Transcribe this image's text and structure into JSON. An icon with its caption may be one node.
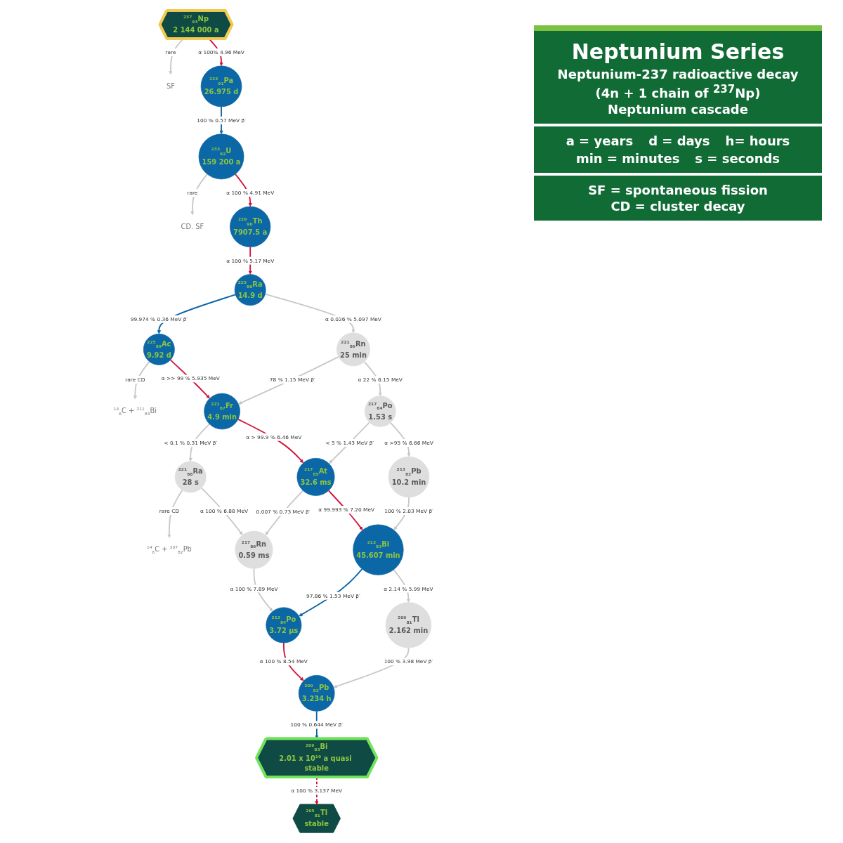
{
  "diagram": {
    "title": "Neptunium Series",
    "nodes": [
      {
        "text": [
          "$^{237}$$_{93}$Np",
          "2 144 000 a"
        ]
      },
      {
        "text": [
          "SF"
        ]
      },
      {
        "text": [
          "$^{233}$$_{91}$Pa",
          "26.975 d"
        ]
      },
      {
        "text": [
          "$^{233}$$_{92}$U",
          "159 200 a"
        ]
      },
      {
        "text": [
          "CD. SF"
        ]
      },
      {
        "text": [
          "$^{229}$$_{90}$Th",
          "7907.5 a"
        ]
      },
      {
        "text": [
          "$^{225}$$_{88}$Ra",
          "14.9 d"
        ]
      },
      {
        "text": [
          "$^{225}$$_{89}$Ac",
          "9.92 d"
        ]
      },
      {
        "text": [
          "$^{14}$$_{6}$C + $^{211}$$_{83}$Bi"
        ]
      },
      {
        "text": [
          "$^{221}$$_{88}$Ra",
          "28 s"
        ]
      },
      {
        "text": [
          "$^{14}$$_{6}$C + $^{207}$$_{82}$Pb"
        ]
      },
      {
        "text": [
          "$^{221}$$_{86}$Rn",
          "25 min"
        ]
      },
      {
        "text": [
          "$^{221}$$_{87}$Fr",
          "4.9 min"
        ]
      },
      {
        "text": [
          "$^{217}$$_{86}$Rn",
          "0.59 ms"
        ]
      },
      {
        "text": [
          "$^{217}$$_{84}$Po",
          "1.53 s"
        ]
      },
      {
        "text": [
          "$^{217}$$_{85}$At",
          "32.6 ms"
        ]
      },
      {
        "text": [
          "$^{213}$$_{84}$Po",
          "3.72 µs"
        ]
      },
      {
        "text": [
          "$^{213}$$_{82}$Pb",
          "10.2 min"
        ]
      },
      {
        "text": [
          "$^{213}$$_{83}$Bi",
          "45.607 min"
        ]
      },
      {
        "text": [
          "$^{209}$$_{83}$Bi",
          "2.01 x 10$^{19}$ a quasi stable"
        ]
      },
      {
        "text": [
          "$^{209}$$_{81}$Tl",
          "2.162 min"
        ]
      },
      {
        "text": [
          "$^{209}$$_{82}$Pb",
          "3.234 h"
        ]
      },
      {
        "text": [
          "$^{205}$$_{81}$Tl",
          "stable"
        ]
      }
    ],
    "edges": [
      {
        "from": 0,
        "to": 1,
        "arrow": "to",
        "label": "rare"
      },
      {
        "from": 0,
        "to": 2,
        "arrow": "to",
        "label": "α 100% 4.96 MeV",
        "color": "#d2143a"
      },
      {
        "from": 2,
        "to": 3,
        "arrow": "to",
        "label": "100 % 0.57 MeV β$^{-}$",
        "color": "#0b67a6"
      },
      {
        "from": 3,
        "to": 4,
        "arrow": "to",
        "label": "rare"
      },
      {
        "from": 3,
        "to": 5,
        "arrow": "to",
        "label": "α 100 % 4.91 MeV",
        "color": "#d2143a"
      },
      {
        "from": 5,
        "to": 6,
        "arrow": "to",
        "label": "α 100 % 5.17 MeV",
        "color": "#d2143a"
      },
      {
        "from": 6,
        "to": 7,
        "arrow": "to",
        "label": "99.974 % 0.36 MeV β$^{-}$",
        "color": "#0b67a6"
      },
      {
        "from": 7,
        "to": 8,
        "arrow": "to",
        "label": "rare CD"
      },
      {
        "from": 7,
        "to": 12,
        "arrow": "to",
        "label": "α >> 99 % 5.935 MeV",
        "color": "#d2143a"
      },
      {
        "from": 6,
        "to": 11,
        "arrow": "to",
        "label": "α 0.026 % 5.097 MeV"
      },
      {
        "from": 12,
        "to": 9,
        "arrow": "to",
        "label": "< 0.1 % 0.31 MeV β$^{-}$"
      },
      {
        "from": 11,
        "to": 12,
        "arrow": "to",
        "label": "78 % 1.15 MeV β$^{-}$"
      },
      {
        "from": 9,
        "to": 10,
        "arrow": "to",
        "label": "rare CD"
      },
      {
        "from": 9,
        "to": 13,
        "arrow": "to",
        "label": "α 100 % 6.88 MeV"
      },
      {
        "from": 12,
        "to": 15,
        "arrow": "to",
        "label": "α > 99.9 % 6.46 MeV",
        "color": "#d2143a"
      },
      {
        "from": 11,
        "to": 14,
        "arrow": "to",
        "label": "α 22 % 6.15 MeV"
      },
      {
        "from": 15,
        "to": 13,
        "arrow": "to",
        "label": "0.007 % 0.73 MeV β$^{-}$"
      },
      {
        "from": 14,
        "to": 15,
        "arrow": "to",
        "label": "< 5 % 1.43 MeV β$^{-}$"
      },
      {
        "from": 13,
        "to": 16,
        "arrow": "to",
        "label": "α 100 % 7.89 MeV"
      },
      {
        "from": 15,
        "to": 18,
        "arrow": "to",
        "label": "α 99.993 % 7.20 MeV",
        "color": "#d2143a"
      },
      {
        "from": 18,
        "to": 16,
        "arrow": "to",
        "label": "97.86 % 1.53 MeV β$^{-}$",
        "color": "#0b67a6"
      },
      {
        "from": 14,
        "to": 17,
        "arrow": "to",
        "label": "α >95 % 6.66 MeV"
      },
      {
        "from": 17,
        "to": 18,
        "arrow": "to",
        "label": "100 % 2.03 MeV β$^{-}$"
      },
      {
        "from": 16,
        "to": 21,
        "arrow": "to",
        "label": "α 100 % 8.54 MeV",
        "color": "#d2143a"
      },
      {
        "from": 18,
        "to": 20,
        "arrow": "to",
        "label": "α 2.14 % 5.99 MeV"
      },
      {
        "from": 21,
        "to": 19,
        "arrow": "to",
        "label": "100 % 0.644 MeV β$^{-}$",
        "color": "#0b67a6"
      },
      {
        "from": 20,
        "to": 21,
        "arrow": "to",
        "label": "100 % 3.98 MeV β$^{-}$"
      },
      {
        "from": 19,
        "to": 22,
        "arrow": "to",
        "label": "α 100 % 3.137 MeV",
        "style": "dashed",
        "color": "#d2143a"
      }
    ],
    "labels": [
      "Neptunium-237 radioactive decay",
      "(4n + 1 chain of $^{237}$Np)",
      "Neptunium cascade",
      "a = years",
      "d = days",
      "h= hours",
      "min = minutes",
      "s = seconds",
      "SF = spontaneous fission",
      "CD = cluster decay"
    ]
  }
}
